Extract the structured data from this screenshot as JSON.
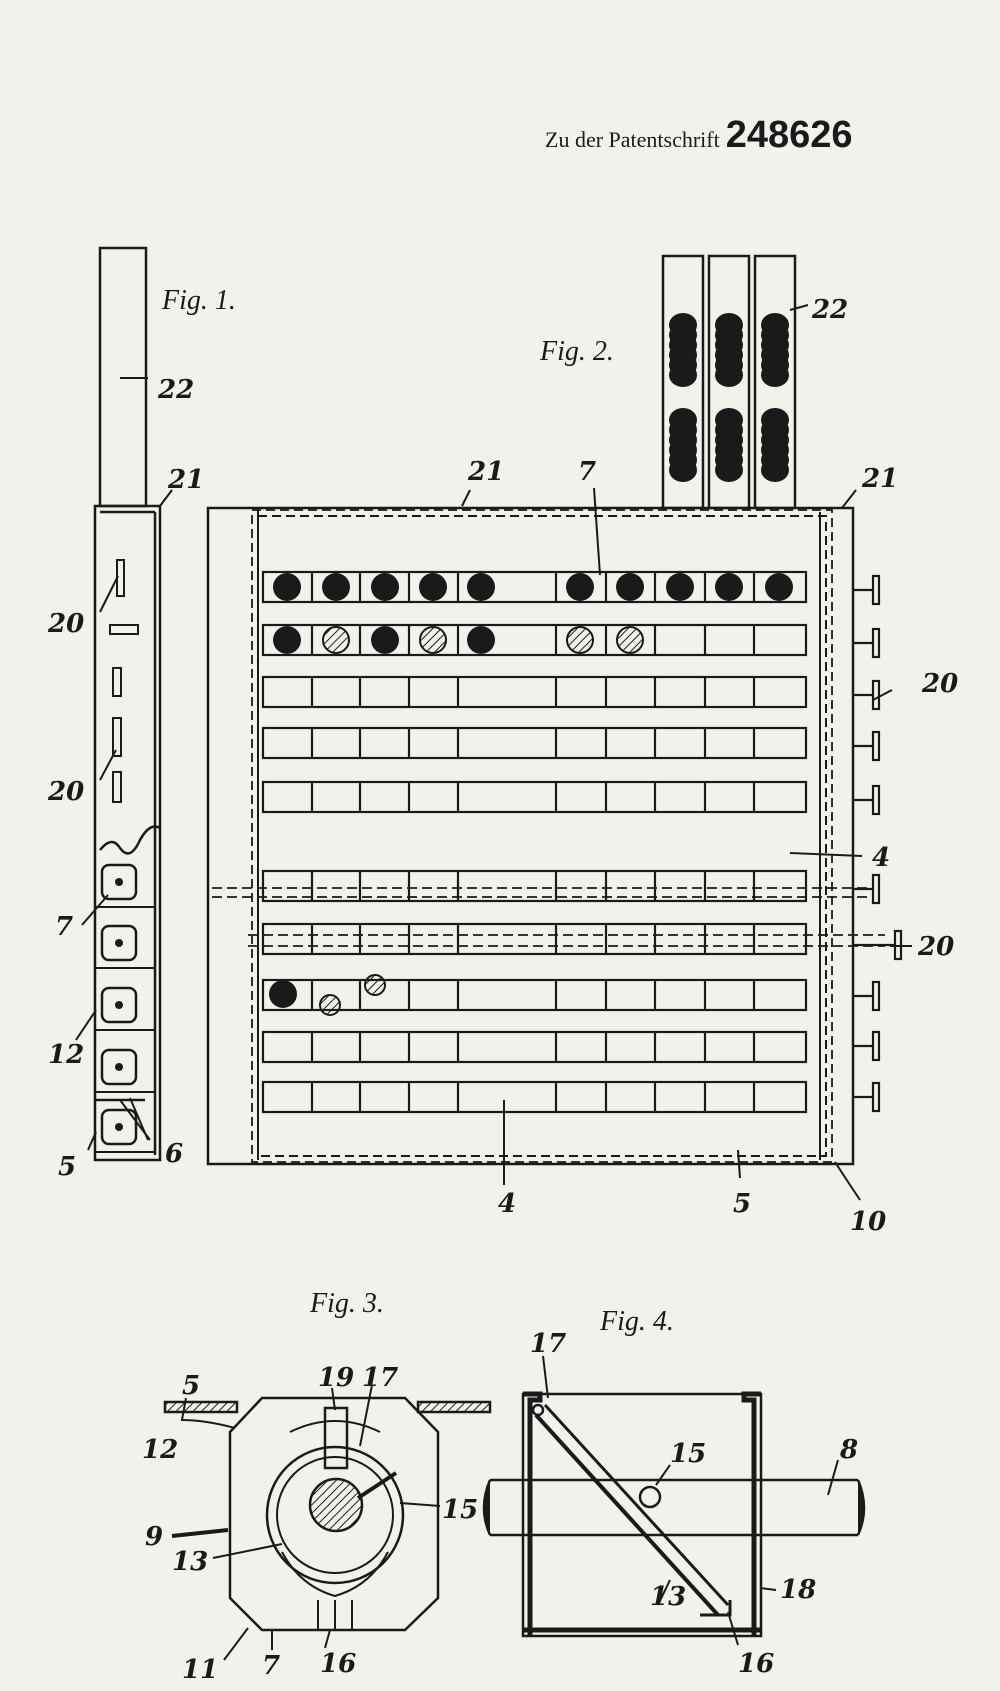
{
  "header": {
    "prefix": "Zu der Patentschrift",
    "number": "248626"
  },
  "figures": {
    "fig1": "Fig. 1.",
    "fig2": "Fig. 2.",
    "fig3": "Fig. 3.",
    "fig4": "Fig. 4."
  },
  "labels": {
    "fig1": {
      "l22": "22",
      "l21": "21",
      "l20a": "20",
      "l20b": "20",
      "l7": "7",
      "l12": "12",
      "l5": "5",
      "l6": "6"
    },
    "fig2": {
      "l21a": "21",
      "l7": "7",
      "l21b": "21",
      "l22": "22",
      "l20a": "20",
      "l4a": "4",
      "l20b": "20",
      "l4b": "4",
      "l5": "5",
      "l10": "10"
    },
    "fig3": {
      "l5": "5",
      "l19": "19",
      "l17": "17",
      "l12": "12",
      "l15": "15",
      "l9": "9",
      "l13": "13",
      "l11": "11",
      "l7": "7",
      "l16": "16"
    },
    "fig4": {
      "l17": "17",
      "l15": "15",
      "l8": "8",
      "l13": "13",
      "l18": "18",
      "l16": "16"
    }
  }
}
